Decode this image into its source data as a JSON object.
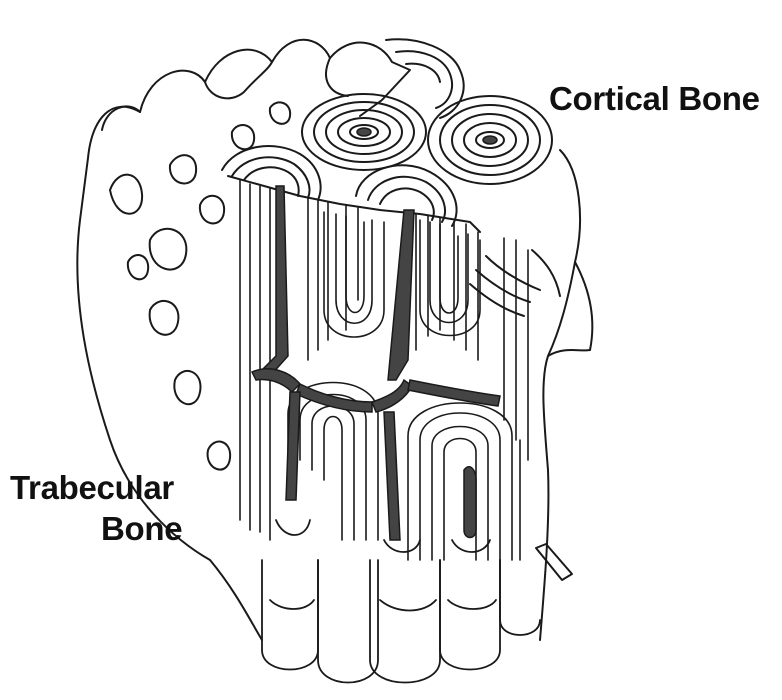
{
  "labels": {
    "cortical": "Cortical Bone",
    "trabecular_line1": "Trabecular",
    "trabecular_line2": "Bone"
  },
  "colors": {
    "ink": "#1a1a1a",
    "canal_fill": "#444444",
    "background": "#ffffff"
  }
}
